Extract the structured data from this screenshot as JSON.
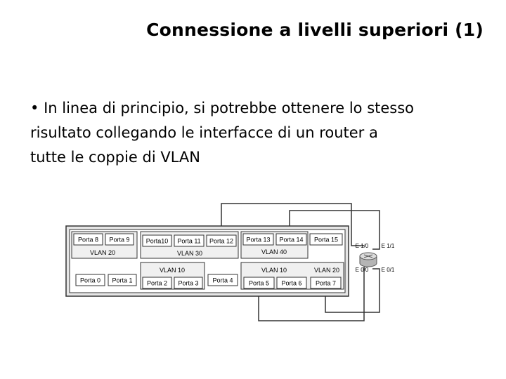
{
  "slide": {
    "title": "Connessione a livelli superiori (1)",
    "bullet": "•",
    "body_lines": [
      "In linea di principio, si potrebbe ottenere lo stesso",
      "risultato collegando le interfacce di un router a",
      "tutte le coppie di VLAN"
    ]
  },
  "diagram": {
    "ports": {
      "p8": "Porta 8",
      "p9": "Porta 9",
      "p10": "Porta10",
      "p11": "Porta 11",
      "p12": "Porta 12",
      "p13": "Porta 13",
      "p14": "Porta 14",
      "p15": "Porta 15",
      "p0": "Porta 0",
      "p1": "Porta 1",
      "p2": "Porta 2",
      "p3": "Porta 3",
      "p4": "Porta 4",
      "p5": "Porta 5",
      "p6": "Porta 6",
      "p7": "Porta 7"
    },
    "vlans": {
      "top_left": "VLAN 20",
      "top_mid": "VLAN 30",
      "top_right": "VLAN 40",
      "bot_mid": "VLAN 10",
      "bot_right_a": "VLAN 10",
      "bot_right_b": "VLAN 20"
    },
    "router_interfaces": {
      "e10": "E 1/0",
      "e11": "E 1/1",
      "e00": "E 0/0",
      "e01": "E 0/1"
    }
  }
}
